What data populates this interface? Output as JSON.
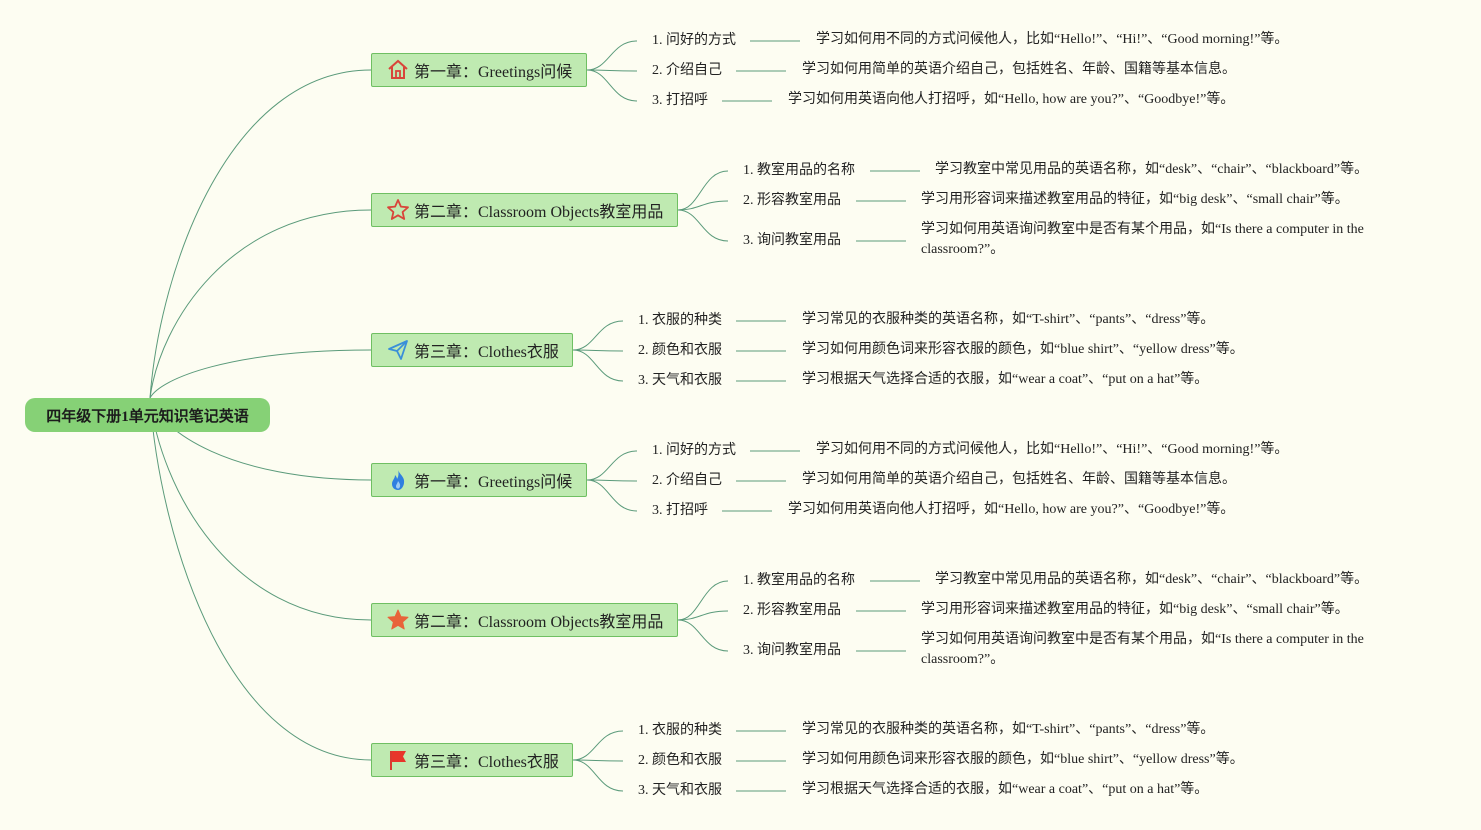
{
  "root": {
    "title": "四年级下册1单元知识笔记英语"
  },
  "branches": [
    {
      "title": "第一章：Greetings问候",
      "icon": "home-icon",
      "topics": [
        {
          "label": "1. 问好的方式",
          "desc": "学习如何用不同的方式问候他人，比如“Hello!”、“Hi!”、“Good morning!”等。"
        },
        {
          "label": "2. 介绍自己",
          "desc": "学习如何用简单的英语介绍自己，包括姓名、年龄、国籍等基本信息。"
        },
        {
          "label": "3. 打招呼",
          "desc": "学习如何用英语向他人打招呼，如“Hello, how are you?”、“Goodbye!”等。"
        }
      ]
    },
    {
      "title": "第二章：Classroom Objects教室用品",
      "icon": "star-outline-icon",
      "topics": [
        {
          "label": "1. 教室用品的名称",
          "desc": "学习教室中常见用品的英语名称，如“desk”、“chair”、“blackboard”等。"
        },
        {
          "label": "2. 形容教室用品",
          "desc": "学习用形容词来描述教室用品的特征，如“big desk”、“small chair”等。"
        },
        {
          "label": "3. 询问教室用品",
          "desc_line1": "学习如何用英语询问教室中是否有某个用品，如“Is there a computer in the",
          "desc_line2": "classroom?”。"
        }
      ]
    },
    {
      "title": "第三章：Clothes衣服",
      "icon": "paper-plane-icon",
      "topics": [
        {
          "label": "1. 衣服的种类",
          "desc": "学习常见的衣服种类的英语名称，如“T-shirt”、“pants”、“dress”等。"
        },
        {
          "label": "2. 颜色和衣服",
          "desc": "学习如何用颜色词来形容衣服的颜色，如“blue shirt”、“yellow dress”等。"
        },
        {
          "label": "3. 天气和衣服",
          "desc": "学习根据天气选择合适的衣服，如“wear a coat”、“put on a hat”等。"
        }
      ]
    },
    {
      "title": "第一章：Greetings问候",
      "icon": "flame-icon",
      "topics": [
        {
          "label": "1. 问好的方式",
          "desc": "学习如何用不同的方式问候他人，比如“Hello!”、“Hi!”、“Good morning!”等。"
        },
        {
          "label": "2. 介绍自己",
          "desc": "学习如何用简单的英语介绍自己，包括姓名、年龄、国籍等基本信息。"
        },
        {
          "label": "3. 打招呼",
          "desc": "学习如何用英语向他人打招呼，如“Hello, how are you?”、“Goodbye!”等。"
        }
      ]
    },
    {
      "title": "第二章：Classroom Objects教室用品",
      "icon": "star-filled-icon",
      "topics": [
        {
          "label": "1. 教室用品的名称",
          "desc": "学习教室中常见用品的英语名称，如“desk”、“chair”、“blackboard”等。"
        },
        {
          "label": "2. 形容教室用品",
          "desc": "学习用形容词来描述教室用品的特征，如“big desk”、“small chair”等。"
        },
        {
          "label": "3. 询问教室用品",
          "desc_line1": "学习如何用英语询问教室中是否有某个用品，如“Is there a computer in the",
          "desc_line2": "classroom?”。"
        }
      ]
    },
    {
      "title": "第三章：Clothes衣服",
      "icon": "flag-icon",
      "topics": [
        {
          "label": "1. 衣服的种类",
          "desc": "学习常见的衣服种类的英语名称，如“T-shirt”、“pants”、“dress”等。"
        },
        {
          "label": "2. 颜色和衣服",
          "desc": "学习如何用颜色词来形容衣服的颜色，如“blue shirt”、“yellow dress”等。"
        },
        {
          "label": "3. 天气和衣服",
          "desc": "学习根据天气选择合适的衣服，如“wear a coat”、“put on a hat”等。"
        }
      ]
    }
  ],
  "colors": {
    "background": "#fdfdf2",
    "root_fill": "#86d176",
    "chapter_fill": "#bfeab1",
    "chapter_border": "#6fbf62",
    "connector": "#5a9a7a"
  }
}
